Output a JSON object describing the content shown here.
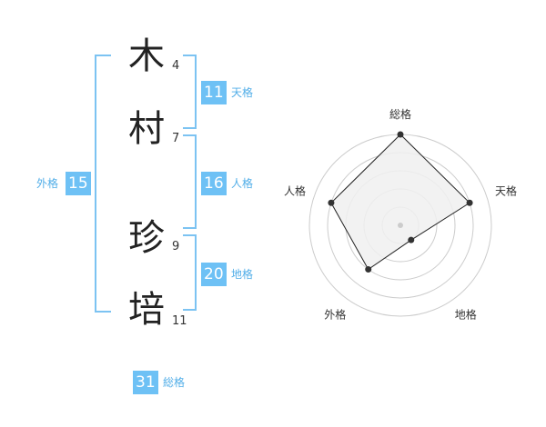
{
  "name": {
    "characters": [
      {
        "char": "木",
        "strokes": "4"
      },
      {
        "char": "村",
        "strokes": "7"
      },
      {
        "char": "珍",
        "strokes": "9"
      },
      {
        "char": "培",
        "strokes": "11"
      }
    ]
  },
  "fortunes": {
    "tenkaku": {
      "value": "11",
      "label": "天格"
    },
    "jinkaku": {
      "value": "16",
      "label": "人格"
    },
    "chikaku": {
      "value": "20",
      "label": "地格"
    },
    "gaikaku": {
      "value": "15",
      "label": "外格"
    },
    "soukaku": {
      "value": "31",
      "label": "総格"
    }
  },
  "chart_data": {
    "type": "radar",
    "axes": [
      "総格",
      "天格",
      "地格",
      "外格",
      "人格"
    ],
    "values": [
      5,
      4,
      1,
      3,
      4
    ],
    "max": 5,
    "rings": 5,
    "colors": {
      "fill": "#f0f0f0",
      "line": "#222222",
      "ring": "#cccccc",
      "point": "#333333"
    }
  }
}
